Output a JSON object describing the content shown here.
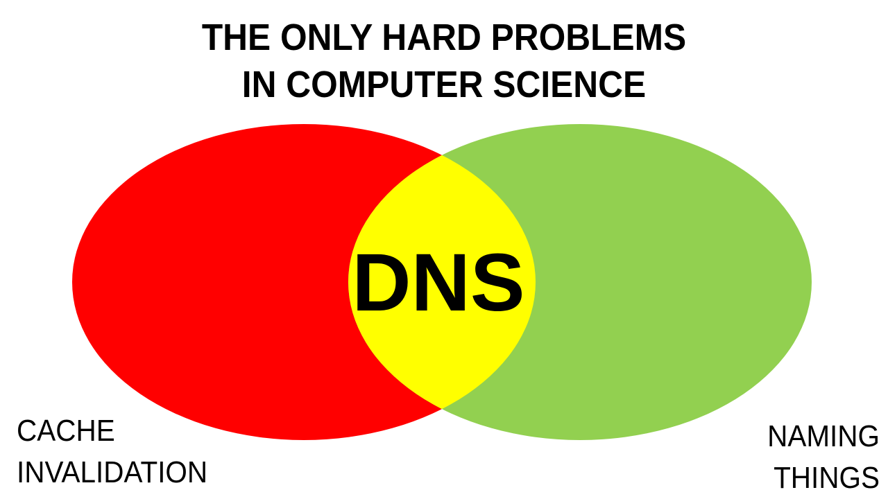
{
  "title": {
    "line1": "THE ONLY HARD PROBLEMS",
    "line2": "IN COMPUTER SCIENCE"
  },
  "venn": {
    "left_set": {
      "label_line1": "CACHE",
      "label_line2": "INVALIDATION",
      "color": "#ff0000"
    },
    "right_set": {
      "label_line1": "NAMING",
      "label_line2": "THINGS",
      "color": "#92d050"
    },
    "intersection": {
      "label": "DNS",
      "color": "#ffff00"
    }
  }
}
